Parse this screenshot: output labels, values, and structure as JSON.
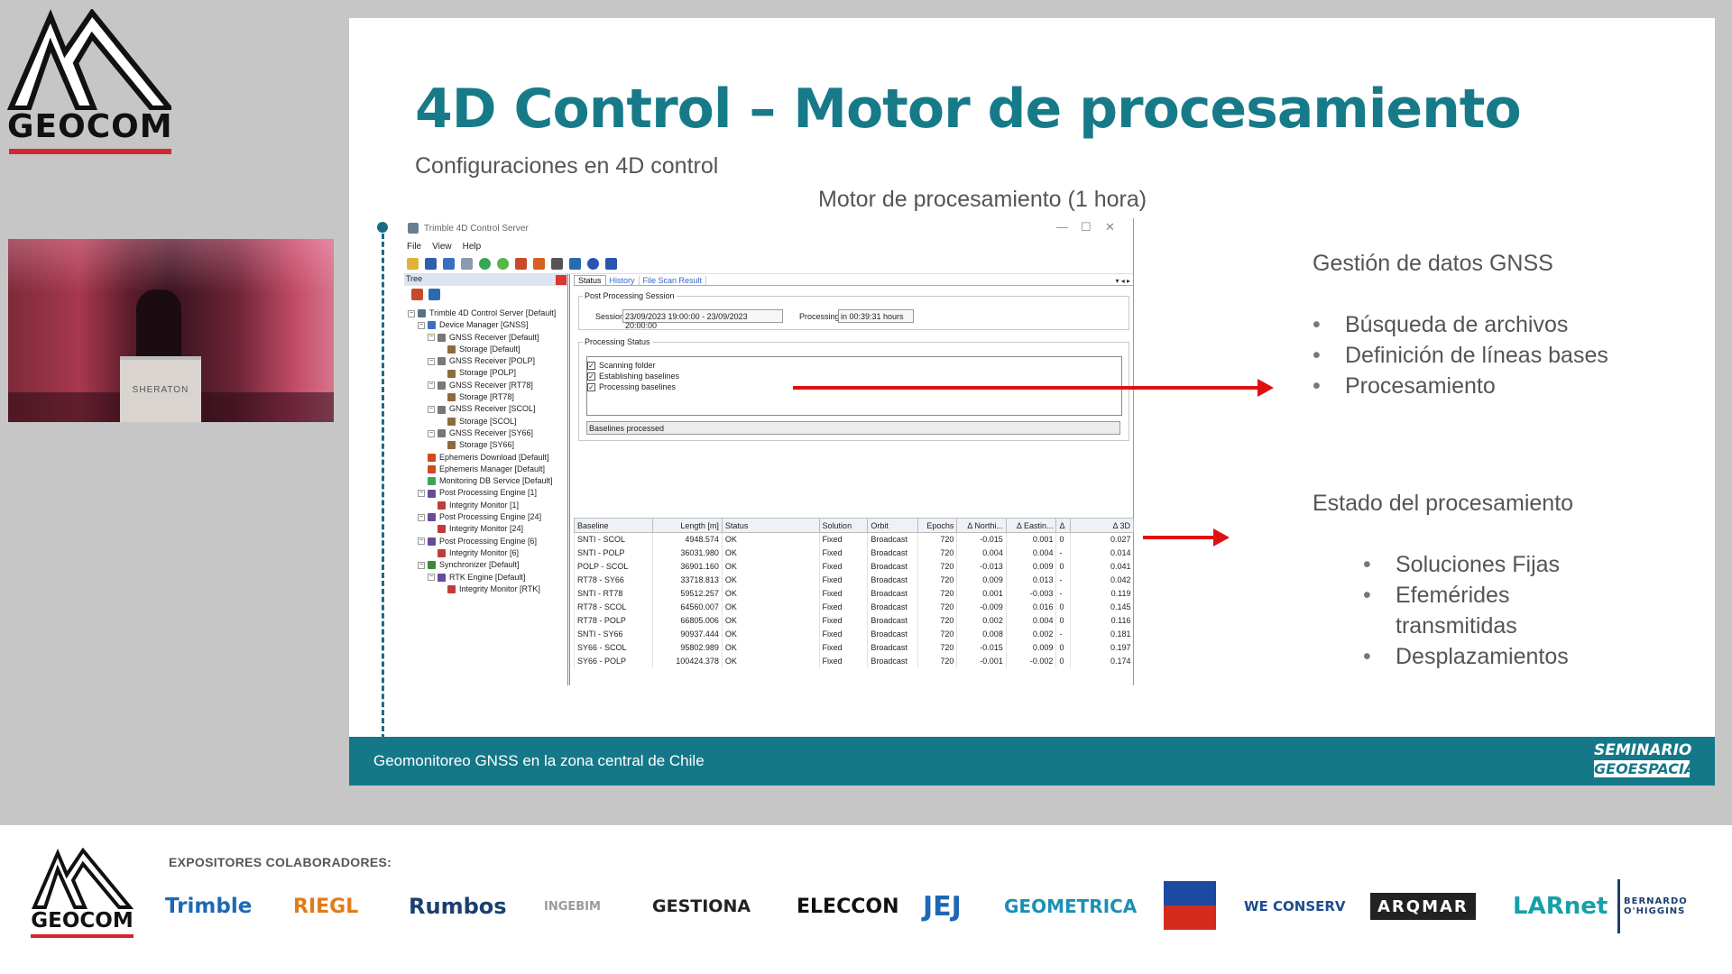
{
  "brand": {
    "logo_text": "GEOCOM",
    "accent": "#d0282e"
  },
  "slide": {
    "title": "4D Control – Motor de procesamiento",
    "subtitle": "Configuraciones en 4D control",
    "motor_title": "Motor de procesamiento (1 hora)",
    "footer_text": "Geomonitoreo GNSS en la zona central de Chile",
    "footer_logo_line1": "SEMINARIO",
    "footer_logo_line2": "GEOESPACIAL",
    "title_color": "#177a88",
    "footer_color": "#157889"
  },
  "right_panel": {
    "gnss_heading": "Gestión de datos GNSS",
    "gnss_items": [
      "Búsqueda de archivos",
      "Definición de líneas bases",
      "Procesamiento"
    ],
    "estado_heading": "Estado del procesamiento",
    "estado_items": [
      "Soluciones Fijas",
      "Efemérides transmitidas",
      "Desplazamientos"
    ]
  },
  "video": {
    "podium_text": "SHERATON"
  },
  "app": {
    "window_title": "Trimble 4D Control Server",
    "menu": [
      "File",
      "View",
      "Help"
    ],
    "tree_label": "Tree",
    "tree": [
      {
        "label": "Trimble 4D Control Server [Default]",
        "icon": "server-icon"
      },
      {
        "label": "Device Manager [GNSS]",
        "icon": "device-manager-icon"
      },
      {
        "label": "GNSS Receiver [Default]",
        "icon": "antenna-icon"
      },
      {
        "label": "Storage [Default]",
        "icon": "storage-icon"
      },
      {
        "label": "GNSS Receiver [POLP]",
        "icon": "antenna-icon"
      },
      {
        "label": "Storage [POLP]",
        "icon": "storage-icon"
      },
      {
        "label": "GNSS Receiver [RT78]",
        "icon": "antenna-icon"
      },
      {
        "label": "Storage [RT78]",
        "icon": "storage-icon"
      },
      {
        "label": "GNSS Receiver [SCOL]",
        "icon": "antenna-icon"
      },
      {
        "label": "Storage [SCOL]",
        "icon": "storage-icon"
      },
      {
        "label": "GNSS Receiver [SY66]",
        "icon": "antenna-icon"
      },
      {
        "label": "Storage [SY66]",
        "icon": "storage-icon"
      },
      {
        "label": "Ephemeris Download [Default]",
        "icon": "ephemeris-icon"
      },
      {
        "label": "Ephemeris Manager [Default]",
        "icon": "ephemeris-icon"
      },
      {
        "label": "Monitoring DB Service [Default]",
        "icon": "database-icon"
      },
      {
        "label": "Post Processing Engine [1]",
        "icon": "engine-icon"
      },
      {
        "label": "Integrity Monitor [1]",
        "icon": "monitor-icon"
      },
      {
        "label": "Post Processing Engine [24]",
        "icon": "engine-icon"
      },
      {
        "label": "Integrity Monitor [24]",
        "icon": "monitor-icon"
      },
      {
        "label": "Post Processing Engine [6]",
        "icon": "engine-icon"
      },
      {
        "label": "Integrity Monitor [6]",
        "icon": "monitor-icon"
      },
      {
        "label": "Synchronizer [Default]",
        "icon": "sync-icon"
      },
      {
        "label": "RTK Engine [Default]",
        "icon": "engine-icon"
      },
      {
        "label": "Integrity Monitor [RTK]",
        "icon": "monitor-icon"
      }
    ],
    "tabs": [
      "Status",
      "History",
      "File Scan Result"
    ],
    "session_group": "Post Processing Session",
    "session_label": "Session",
    "session_value": "23/09/2023 19:00:00 - 23/09/2023 20:00:00",
    "processing_label": "Processing",
    "processing_value": "in 00:39:31 hours",
    "status_group": "Processing Status",
    "status_items": [
      "Scanning folder",
      "Establishing baselines",
      "Processing baselines"
    ],
    "progress_text": "Baselines processed",
    "columns": [
      "Baseline",
      "Length [m]",
      "Status",
      "Solution",
      "Orbit",
      "Epochs",
      "Δ Northi...",
      "Δ Eastin...",
      "Δ",
      "Δ 3D"
    ],
    "rows": [
      [
        "SNTI - SCOL",
        "4948.574",
        "OK",
        "Fixed",
        "Broadcast",
        "720",
        "-0.015",
        "0.001",
        "0",
        "0.027"
      ],
      [
        "SNTI - POLP",
        "36031.980",
        "OK",
        "Fixed",
        "Broadcast",
        "720",
        "0.004",
        "0.004",
        "-",
        "0.014"
      ],
      [
        "POLP - SCOL",
        "36901.160",
        "OK",
        "Fixed",
        "Broadcast",
        "720",
        "-0.013",
        "0.009",
        "0",
        "0.041"
      ],
      [
        "RT78 - SY66",
        "33718.813",
        "OK",
        "Fixed",
        "Broadcast",
        "720",
        "0.009",
        "0.013",
        "-",
        "0.042"
      ],
      [
        "SNTI - RT78",
        "59512.257",
        "OK",
        "Fixed",
        "Broadcast",
        "720",
        "0.001",
        "-0.003",
        "-",
        "0.119"
      ],
      [
        "RT78 - SCOL",
        "64560.007",
        "OK",
        "Fixed",
        "Broadcast",
        "720",
        "-0.009",
        "0.016",
        "0",
        "0.145"
      ],
      [
        "RT78 - POLP",
        "66805.006",
        "OK",
        "Fixed",
        "Broadcast",
        "720",
        "0.002",
        "0.004",
        "0",
        "0.116"
      ],
      [
        "SNTI - SY66",
        "90937.444",
        "OK",
        "Fixed",
        "Broadcast",
        "720",
        "0.008",
        "0.002",
        "-",
        "0.181"
      ],
      [
        "SY66 - SCOL",
        "95802.989",
        "OK",
        "Fixed",
        "Broadcast",
        "720",
        "-0.015",
        "0.009",
        "0",
        "0.197"
      ],
      [
        "SY66 - POLP",
        "100424.378",
        "OK",
        "Fixed",
        "Broadcast",
        "720",
        "-0.001",
        "-0.002",
        "0",
        "0.174"
      ]
    ]
  },
  "sponsors": {
    "heading": "EXPOSITORES COLABORADORES:",
    "logos": [
      {
        "name": "Trimble",
        "color": "#1c68b4"
      },
      {
        "name": "RIEGL",
        "color": "#e07b1a"
      },
      {
        "name": "Rumbos",
        "color": "#1b3f6e"
      },
      {
        "name": "INGEBIM",
        "color": "#9a9a9a"
      },
      {
        "name": "GESTIONA",
        "color": "#222222"
      },
      {
        "name": "ELECCON",
        "color": "#111111"
      },
      {
        "name": "JEJ",
        "color": "#1c68b4"
      },
      {
        "name": "GEOMETRICA",
        "color": "#1c8fb4"
      },
      {
        "name": "WE CONSERV",
        "color": "#1c4d8f"
      },
      {
        "name": "ARQMAR",
        "color": "#ffffff"
      },
      {
        "name": "LARnet",
        "color": "#16a0a8"
      },
      {
        "name": "BERNARDO O'HIGGINS",
        "color": "#1b3f6e"
      }
    ]
  }
}
